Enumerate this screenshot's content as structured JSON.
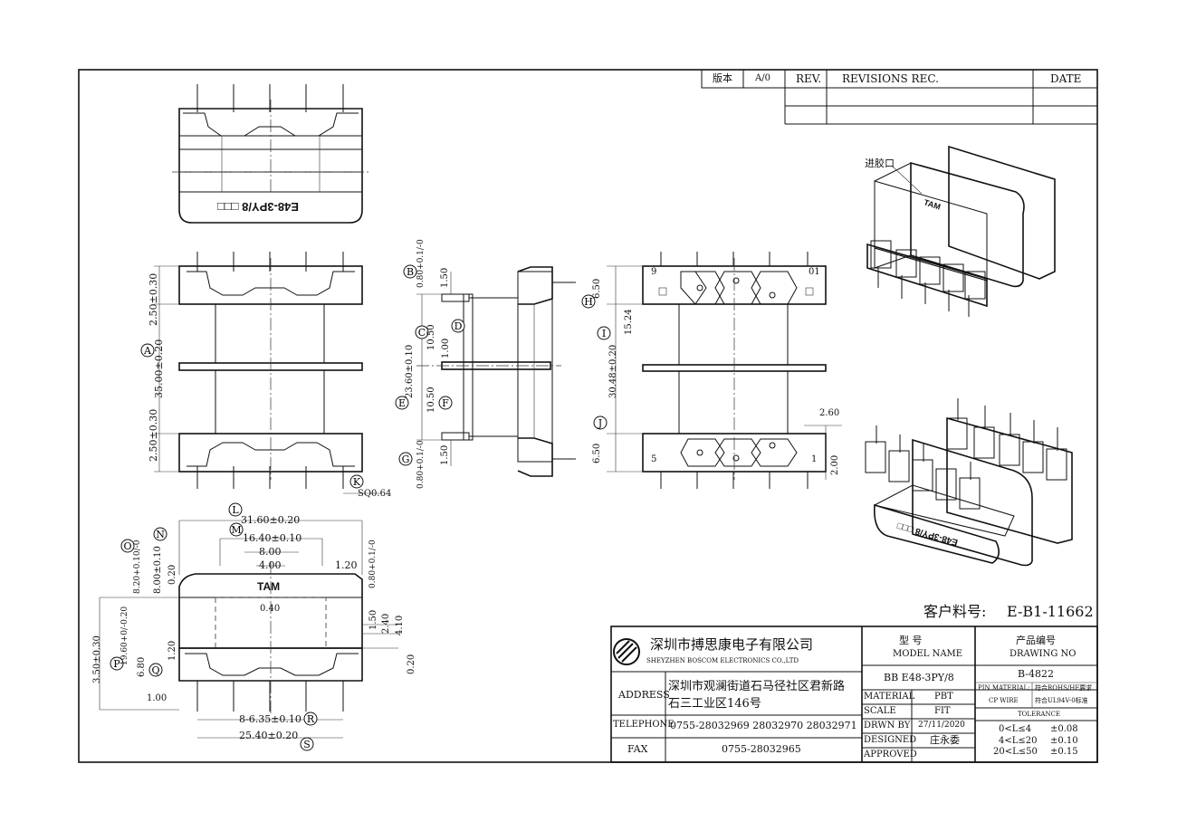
{
  "revision_table": {
    "edition_label": "版本",
    "edition_value": "A/0",
    "rev_header": "REV.",
    "revisions_header": "REVISIONS REC.",
    "date_header": "DATE"
  },
  "views": {
    "top_marking": "E48-3PY/8 □□□",
    "inlet_label": "进胶口",
    "tam_mark": "TAM",
    "pin_numbers": [
      "9",
      "01",
      "5",
      "1"
    ]
  },
  "dimensions": {
    "front": [
      "2.50±0.30",
      "35.00±0.20",
      "2.50±0.30",
      "SQ0.64"
    ],
    "side": [
      "0.80+0.1/-0",
      "1.50",
      "10.50",
      "1.00",
      "23.60±0.10",
      "10.50",
      "0.80+0.1/-0",
      "1.50"
    ],
    "right": [
      "6.50",
      "15.24",
      "30.48±0.20",
      "6.50",
      "2.60",
      "2.00"
    ],
    "bottom": [
      "31.60±0.20",
      "16.40±0.10",
      "8.00",
      "4.00",
      "1.20",
      "0.80+0.1/-0",
      "8.20+0.10/-0",
      "8.00±0.10",
      "0.20",
      "19.60+0/-0.20",
      "6.80",
      "1.20",
      "3.50±0.30",
      "1.00",
      "0.40",
      "1.50",
      "2.40",
      "4.10",
      "0.20",
      "8-6.35±0.10",
      "25.40±0.20"
    ]
  },
  "callouts": [
    "A",
    "B",
    "C",
    "D",
    "E",
    "F",
    "G",
    "H",
    "I",
    "J",
    "K",
    "L",
    "M",
    "N",
    "O",
    "P",
    "Q",
    "R",
    "S"
  ],
  "customer_part": {
    "label": "客户料号:",
    "value": "E-B1-11662"
  },
  "title_block": {
    "company_cn": "深圳市搏思康电子有限公司",
    "company_en": "SHEYZHEN BOSCOM ELECTRONICS CO.,LTD",
    "address_label": "ADDRESS",
    "address_line1": "深圳市观澜街道石马径社区君新路",
    "address_line2": "石三工业区146号",
    "telephone_label": "TELEPHONE",
    "telephone_value": "0755-28032969 28032970 28032971",
    "fax_label": "FAX",
    "fax_value": "0755-28032965",
    "model_label_cn": "型 号",
    "model_label_en": "MODEL NAME",
    "model_value": "BB E48-3PY/8",
    "drawing_label_cn": "产品编号",
    "drawing_label_en": "DRAWING NO",
    "drawing_value": "B-4822",
    "material_label": "MATERIAL",
    "material_value": "PBT",
    "scale_label": "SCALE",
    "scale_value": "FIT",
    "drawn_label": "DRWN BY",
    "drawn_value": "27/11/2020",
    "designed_label": "DESIGNED",
    "designed_value": "庄永委",
    "approved_label": "APPROVED",
    "pin_material_label": "PIN MATERIAL:",
    "pin_material_value": "符合ROHS/HF要求",
    "cp_wire_label": "CP WIRE",
    "cp_wire_value": "符合UL94V-0标准",
    "tolerance_label": "TOLERANCE",
    "tolerance_rows": [
      {
        "range": "0<L≤4",
        "tol": "±0.08"
      },
      {
        "range": "4<L≤20",
        "tol": "±0.10"
      },
      {
        "range": "20<L≤50",
        "tol": "±0.15"
      }
    ]
  }
}
